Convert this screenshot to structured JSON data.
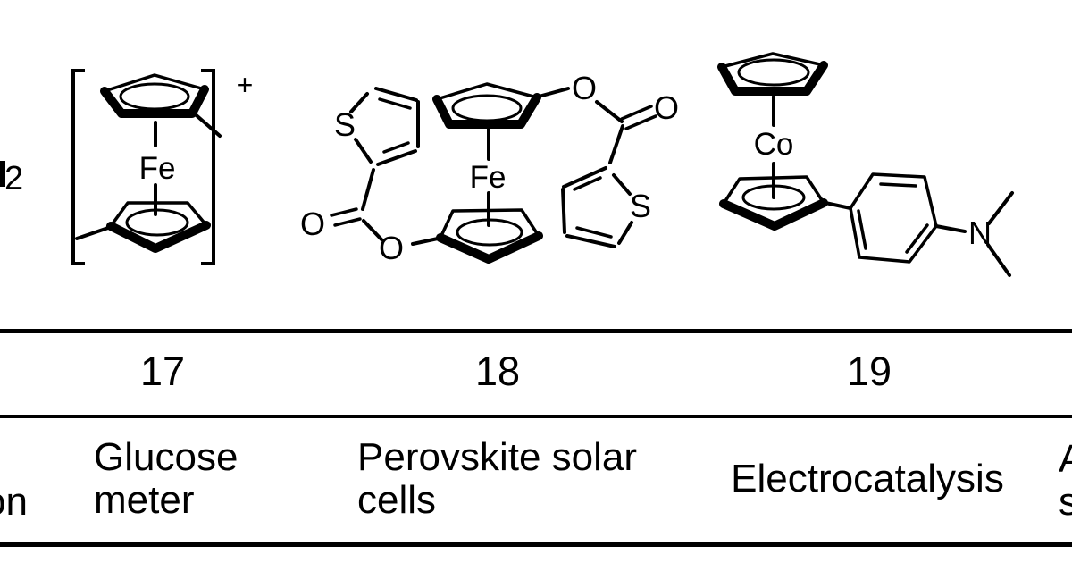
{
  "figure": {
    "background": "#ffffff",
    "ink": "#000000"
  },
  "compounds": {
    "c17": {
      "number": "17",
      "metal_label": "Fe",
      "charge_label": "+",
      "application_lines": [
        "Glucose",
        "meter"
      ]
    },
    "c18": {
      "number": "18",
      "metal_label": "Fe",
      "atom_labels": {
        "sulfur_left": "S",
        "sulfur_right": "S",
        "oxygen_ester_top": "O",
        "oxygen_carbonyl_top": "O",
        "oxygen_carbonyl_bottom": "O",
        "oxygen_ester_bottom": "O"
      },
      "application_lines": [
        "Perovskite solar",
        "cells"
      ]
    },
    "c19": {
      "number": "19",
      "metal_label": "Co",
      "atom_labels": {
        "nitrogen": "N"
      },
      "application_lines": [
        "Electrocatalysis"
      ]
    }
  },
  "clipped_fragments": {
    "top_left_subscript": "2",
    "bottom_left_word_end": "on",
    "right_column_line1": "A",
    "right_column_line2": "s"
  }
}
